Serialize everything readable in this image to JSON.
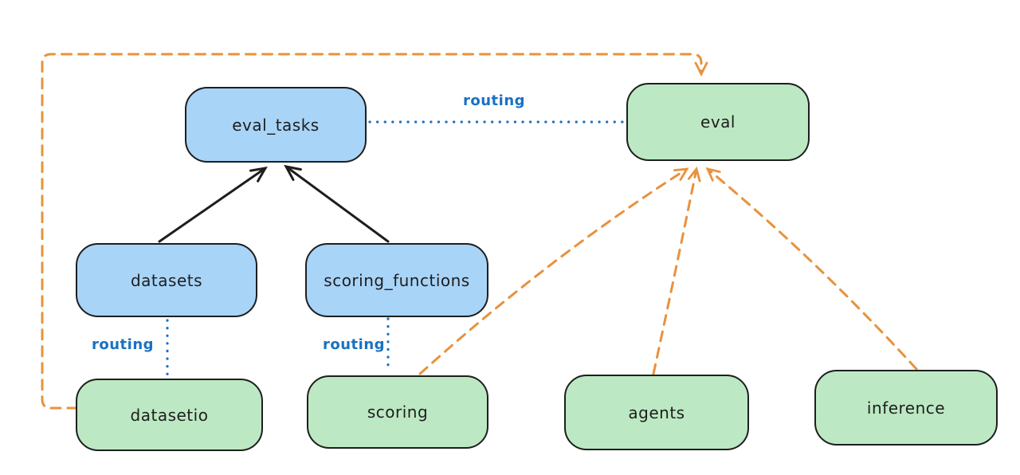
{
  "diagram": {
    "nodes": [
      {
        "id": "eval_tasks",
        "label": "eval_tasks",
        "fill": "blue"
      },
      {
        "id": "eval",
        "label": "eval",
        "fill": "green"
      },
      {
        "id": "datasets",
        "label": "datasets",
        "fill": "blue"
      },
      {
        "id": "scoring_functions",
        "label": "scoring_functions",
        "fill": "blue"
      },
      {
        "id": "datasetio",
        "label": "datasetio",
        "fill": "green"
      },
      {
        "id": "scoring",
        "label": "scoring",
        "fill": "green"
      },
      {
        "id": "agents",
        "label": "agents",
        "fill": "green"
      },
      {
        "id": "inference",
        "label": "inference",
        "fill": "green"
      }
    ],
    "edge_labels": [
      {
        "id": "routing-eval_tasks-to-eval",
        "text": "routing"
      },
      {
        "id": "routing-datasets-to-datasetio",
        "text": "routing"
      },
      {
        "id": "routing-scoring_functions-to-scoring",
        "text": "routing"
      }
    ],
    "edges": [
      {
        "id": "datasets-to-eval_tasks",
        "style": "solid-black-arrow"
      },
      {
        "id": "scoring_functions-to-eval_tasks",
        "style": "solid-black-arrow"
      },
      {
        "id": "eval_tasks-to-eval",
        "style": "dotted-blue"
      },
      {
        "id": "datasets-to-datasetio",
        "style": "dotted-blue"
      },
      {
        "id": "scoring_functions-to-scoring",
        "style": "dotted-blue"
      },
      {
        "id": "scoring-to-eval",
        "style": "dashed-orange-arrow"
      },
      {
        "id": "agents-to-eval",
        "style": "dashed-orange-arrow"
      },
      {
        "id": "inference-to-eval",
        "style": "dashed-orange-arrow"
      },
      {
        "id": "datasetio-to-eval",
        "style": "dashed-orange-arrow"
      }
    ],
    "colors": {
      "blue_fill": "#a8d4f8",
      "green_fill": "#bce9c3",
      "stroke": "#1e1e1e",
      "routing_label": "#1971c2",
      "dotted_line": "#1971c2",
      "dashed_line": "#e8923c",
      "background": "#ffffff"
    }
  }
}
